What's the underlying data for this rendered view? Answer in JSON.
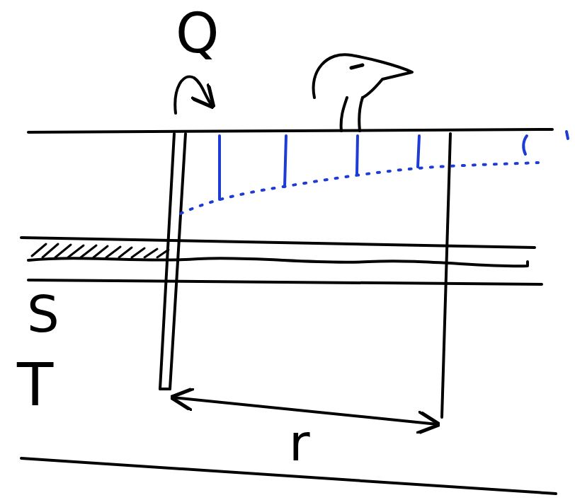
{
  "diagram": {
    "labels": [
      "Q",
      "S",
      "T",
      "r"
    ]
  }
}
